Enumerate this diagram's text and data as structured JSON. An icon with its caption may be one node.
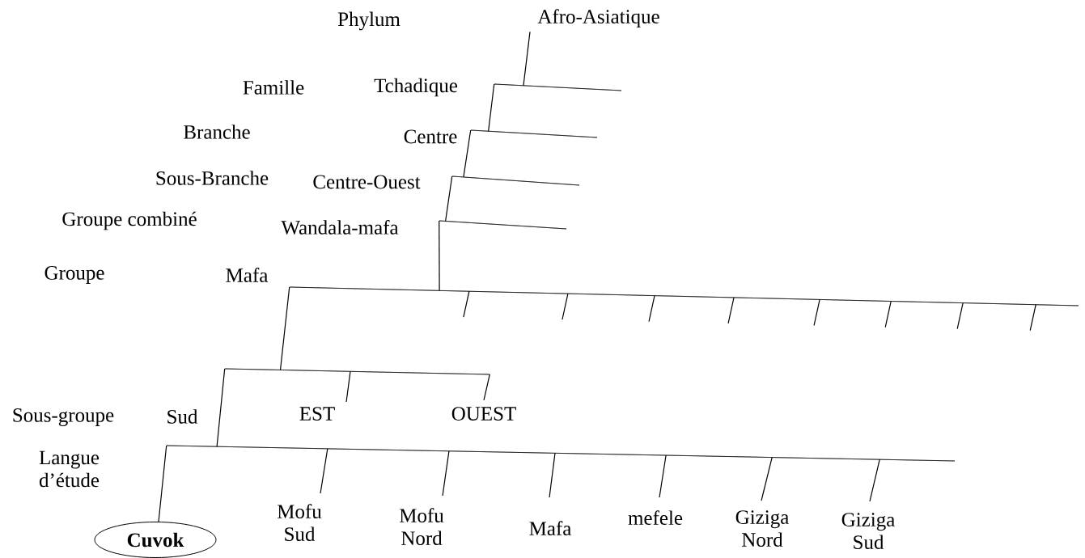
{
  "diagram": {
    "nodes": [
      {
        "text": [
          "Afro-Asiatique"
        ]
      },
      {
        "text": [],
        "shape": "bar",
        "beside": [
          "Tchadique"
        ]
      },
      {
        "text": [],
        "shape": "bar",
        "beside": [
          "Centre"
        ]
      },
      {
        "text": [],
        "shape": "bar",
        "beside": [
          "Centre-Ouest"
        ]
      },
      {
        "text": [],
        "shape": "bar",
        "beside": [
          "Wandala-mafa"
        ]
      },
      {
        "text": [],
        "shape": "bar",
        "beside": [
          "Mafa"
        ]
      },
      {
        "text": [],
        "shape": "bar"
      },
      {
        "text": [
          "EST"
        ]
      },
      {
        "text": [
          "OUEST"
        ]
      },
      {
        "text": [],
        "shape": "bar",
        "beside": [
          "Sud"
        ]
      },
      {
        "text": [
          "Cuvok"
        ]
      },
      {
        "text": [
          "Mofu Sud"
        ]
      },
      {
        "text": [
          "Mofu Nord"
        ]
      },
      {
        "text": [
          "Mafa"
        ]
      },
      {
        "text": [
          "mefele"
        ]
      },
      {
        "text": [
          "Giziga Nord"
        ]
      },
      {
        "text": [
          "Giziga Sud"
        ]
      }
    ],
    "edges": [
      {
        "from": 0,
        "to": 1,
        "arrow": "none"
      },
      {
        "from": 1,
        "to": 2,
        "arrow": "none"
      },
      {
        "from": 2,
        "to": 3,
        "arrow": "none"
      },
      {
        "from": 3,
        "to": 4,
        "arrow": "none"
      },
      {
        "from": 4,
        "to": 5,
        "arrow": "none"
      },
      {
        "from": 5,
        "to": 6,
        "arrow": "none"
      },
      {
        "from": 6,
        "to": 7,
        "arrow": "none"
      },
      {
        "from": 6,
        "to": 8,
        "arrow": "none"
      },
      {
        "from": 6,
        "to": 9,
        "arrow": "none"
      },
      {
        "from": 9,
        "to": 10,
        "arrow": "none"
      },
      {
        "from": 9,
        "to": 11,
        "arrow": "none"
      },
      {
        "from": 9,
        "to": 12,
        "arrow": "none"
      },
      {
        "from": 9,
        "to": 13,
        "arrow": "none"
      },
      {
        "from": 9,
        "to": 14,
        "arrow": "none"
      },
      {
        "from": 9,
        "to": 15,
        "arrow": "none"
      },
      {
        "from": 9,
        "to": 16,
        "arrow": "none"
      },
      {
        "from": 5,
        "to": null,
        "arrow": "none"
      },
      {
        "from": 5,
        "to": null,
        "arrow": "none"
      },
      {
        "from": 5,
        "to": null,
        "arrow": "none"
      },
      {
        "from": 5,
        "to": null,
        "arrow": "none"
      },
      {
        "from": 5,
        "to": null,
        "arrow": "none"
      },
      {
        "from": 5,
        "to": null,
        "arrow": "none"
      },
      {
        "from": 5,
        "to": null,
        "arrow": "none"
      },
      {
        "from": 5,
        "to": null,
        "arrow": "none"
      }
    ],
    "labels": [
      "Phylum",
      "Famille",
      "Branche",
      "Sous-Branche",
      "Groupe combiné",
      "Groupe",
      "Sous-groupe",
      "Langue d’étude"
    ]
  }
}
